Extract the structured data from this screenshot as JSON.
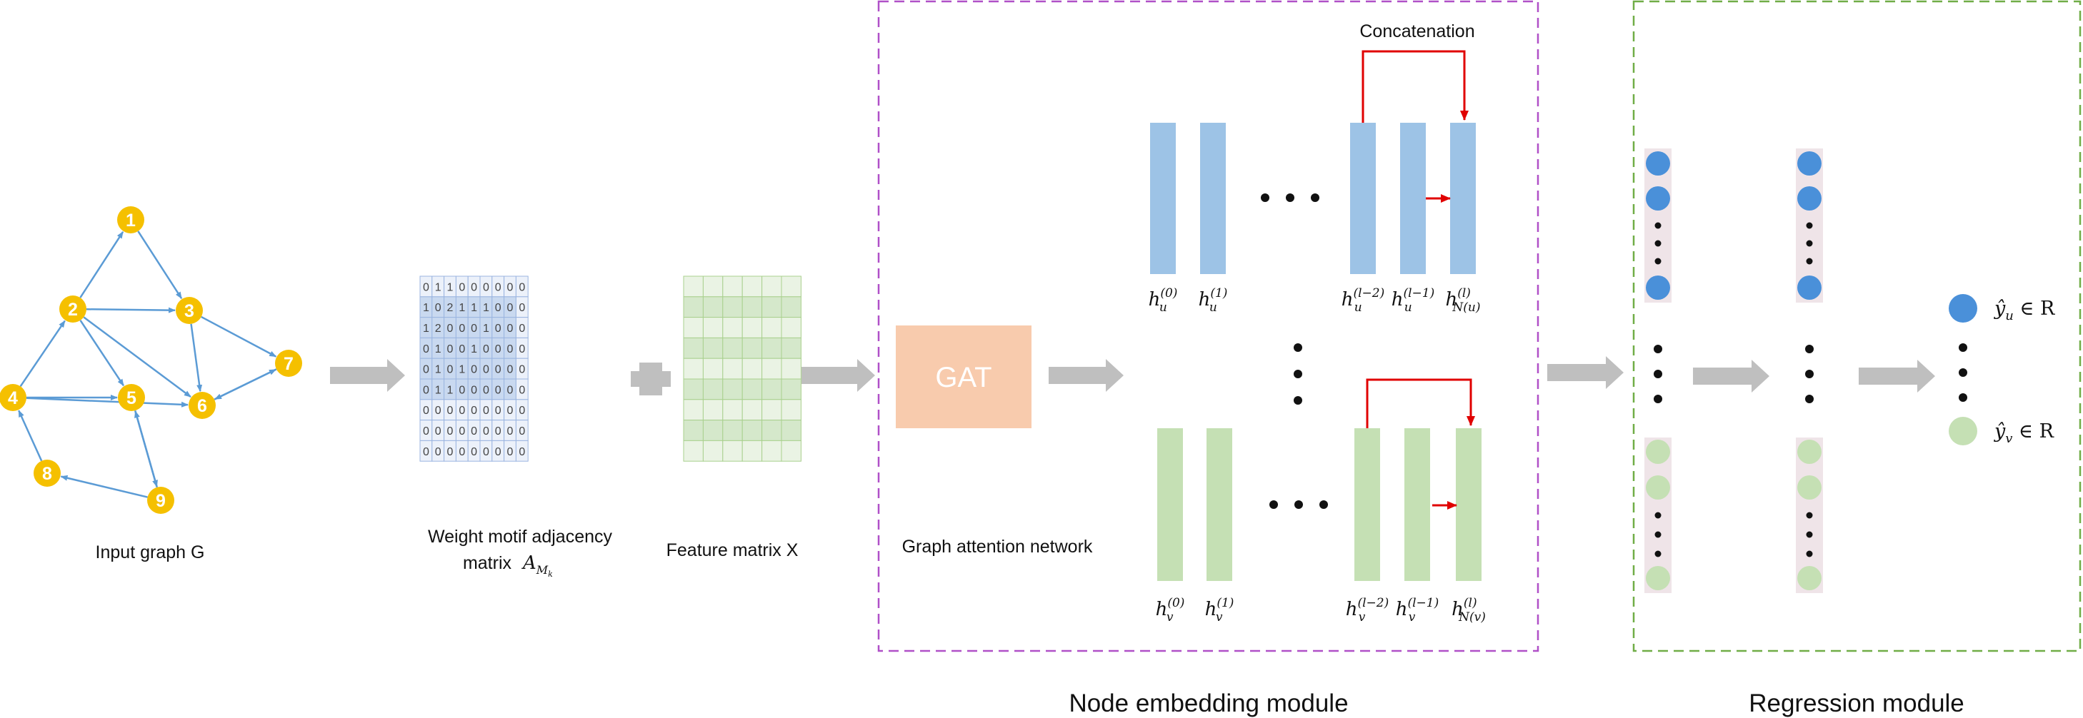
{
  "input_graph": {
    "label": "Input  graph   G",
    "nodes": [
      "1",
      "2",
      "3",
      "4",
      "5",
      "6",
      "7",
      "8",
      "9"
    ]
  },
  "adjacency": {
    "label_line1": "Weight motif adjacency",
    "label_line2": "matrix",
    "symbol": "A",
    "symbol_sub": "M",
    "symbol_subsub": "k",
    "matrix": [
      [
        "0",
        "1",
        "1",
        "0",
        "0",
        "0",
        "0",
        "0",
        "0"
      ],
      [
        "1",
        "0",
        "2",
        "1",
        "1",
        "1",
        "0",
        "0",
        "0"
      ],
      [
        "1",
        "2",
        "0",
        "0",
        "0",
        "1",
        "0",
        "0",
        "0"
      ],
      [
        "0",
        "1",
        "0",
        "0",
        "1",
        "0",
        "0",
        "0",
        "0"
      ],
      [
        "0",
        "1",
        "0",
        "1",
        "0",
        "0",
        "0",
        "0",
        "0"
      ],
      [
        "0",
        "1",
        "1",
        "0",
        "0",
        "0",
        "0",
        "0",
        "0"
      ],
      [
        "0",
        "0",
        "0",
        "0",
        "0",
        "0",
        "0",
        "0",
        "0"
      ],
      [
        "0",
        "0",
        "0",
        "0",
        "0",
        "0",
        "0",
        "0",
        "0"
      ],
      [
        "0",
        "0",
        "0",
        "0",
        "0",
        "0",
        "0",
        "0",
        "0"
      ]
    ]
  },
  "feature": {
    "label": "Feature matrix   X"
  },
  "node_embedding": {
    "gat_label": "GAT",
    "gat_caption": "Graph attention network",
    "concat_label": "Concatenation",
    "title": "Node embedding module",
    "u_labels": [
      {
        "base": "h",
        "sub": "u",
        "sup": "(0)"
      },
      {
        "base": "h",
        "sub": "u",
        "sup": "(1)"
      },
      {
        "base": "h",
        "sub": "u",
        "sup": "(l−2)"
      },
      {
        "base": "h",
        "sub": "u",
        "sup": "(l−1)"
      },
      {
        "base": "h",
        "sub": "N(u)",
        "sup": "(l)"
      }
    ],
    "v_labels": [
      {
        "base": "h",
        "sub": "v",
        "sup": "(0)"
      },
      {
        "base": "h",
        "sub": "v",
        "sup": "(1)"
      },
      {
        "base": "h",
        "sub": "v",
        "sup": "(l−2)"
      },
      {
        "base": "h",
        "sub": "v",
        "sup": "(l−1)"
      },
      {
        "base": "h",
        "sub": "N(v)",
        "sup": "(l)"
      }
    ]
  },
  "regression": {
    "title": "Regression module",
    "output_u": {
      "sym": "ŷ",
      "sub": "u",
      "rest": " ∈ R"
    },
    "output_v": {
      "sym": "ŷ",
      "sub": "v",
      "rest": " ∈ R"
    }
  },
  "colors": {
    "node_yellow": "#F5C000",
    "edge_blue": "#5B9BD5",
    "blue_bar": "#9DC3E6",
    "green_bar": "#C5E0B4",
    "gat_box": "#F8CBAD",
    "arrow_gray": "#BFBFBF",
    "concat_red": "#E00000",
    "purple_dash": "#B050C8",
    "green_dash": "#70AD47",
    "reg_blue": "#4A90D9",
    "reg_green": "#C5E0B4"
  }
}
